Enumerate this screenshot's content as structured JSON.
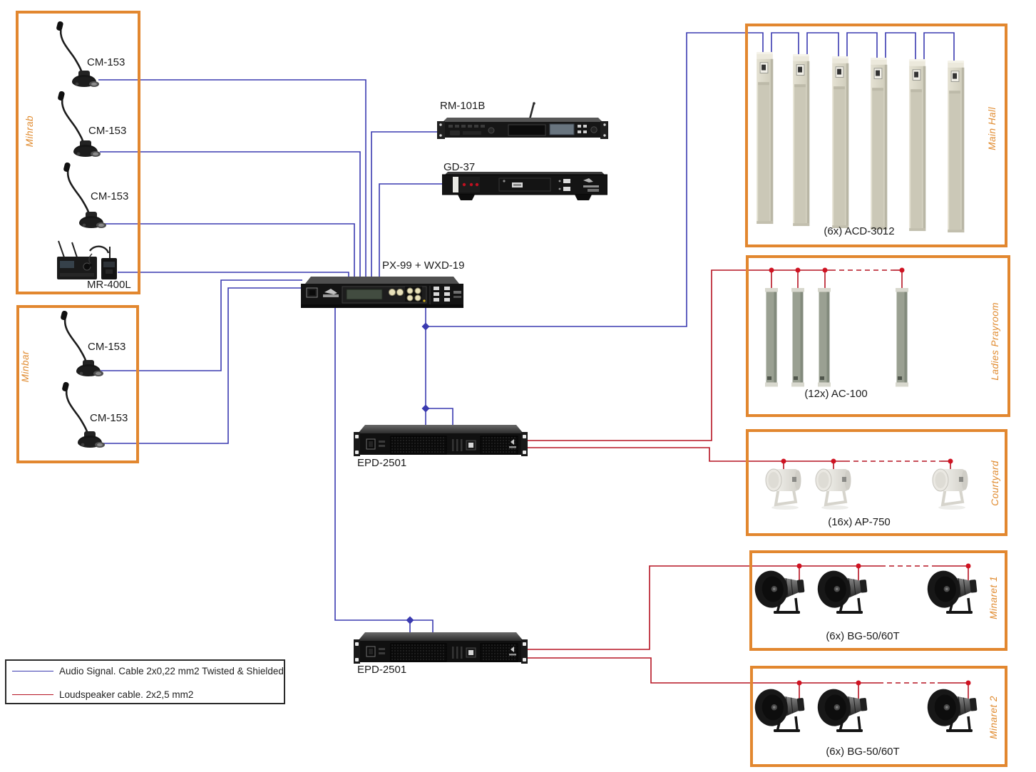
{
  "colors": {
    "zone_border": "#e2872f",
    "zone_label": "#e08a2e",
    "audio_cable": "#3a3ab0",
    "speaker_cable": "#b51322"
  },
  "legend": {
    "audio_label": "Audio Signal. Cable 2x0,22 mm2 Twisted & Shielded",
    "speaker_label": "Loudspeaker cable. 2x2,5 mm2"
  },
  "zones": {
    "mihrab": {
      "label": "Mihrab",
      "mic1": "CM-153",
      "mic2": "CM-153",
      "mic3": "CM-153",
      "wireless": "MR-400L"
    },
    "minbar": {
      "label": "Minbar",
      "mic1": "CM-153",
      "mic2": "CM-153"
    },
    "main_hall": {
      "label": "Main Hall",
      "speakers": "(6x) ACD-3012"
    },
    "ladies": {
      "label": "Ladies Prayroom",
      "speakers": "(12x) AC-100"
    },
    "courtyard": {
      "label": "Courtyard",
      "speakers": "(16x) AP-750"
    },
    "minaret1": {
      "label": "Minaret 1",
      "speakers": "(6x) BG-50/60T"
    },
    "minaret2": {
      "label": "Minaret 2",
      "speakers": "(6x) BG-50/60T"
    }
  },
  "rack": {
    "receiver": "RM-101B",
    "player": "GD-37",
    "mixer": "PX-99 + WXD-19",
    "amp1": "EPD-2501",
    "amp2": "EPD-2501"
  }
}
